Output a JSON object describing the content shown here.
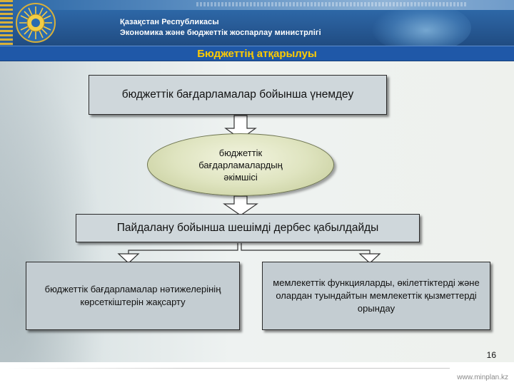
{
  "header": {
    "line1": "Қазақстан Республикасы",
    "line2": "Экономика және бюджеттік жоспарлау министрлігі"
  },
  "slide": {
    "title": "Бюджеттің атқарылуы",
    "page_number": "16"
  },
  "diagram": {
    "top_box": "бюджеттік бағдарламалар бойынша үнемдеу",
    "ellipse": "бюджеттік бағдарламалардың әкімшісі",
    "middle_box": "Пайдалану бойынша шешімді дербес қабылдайды",
    "left_box": "бюджеттік бағдарламалар нәтижелерінің көрсеткіштерін жақсарту",
    "right_box": "мемлекеттік функцияларды, өкілеттіктерді және олардан туындайтын мемлекеттік қызметтерді орындау"
  },
  "footer": {
    "url": "www.minplan.kz"
  },
  "colors": {
    "title_bar": "#1f58a8",
    "title_text": "#ffcc00",
    "box_fill": "#cfd7db",
    "ellipse_fill": "#dfe4c0"
  },
  "icons": {
    "emblem": "kazakhstan-emblem-icon",
    "arrow": "hollow-down-arrow-icon"
  }
}
